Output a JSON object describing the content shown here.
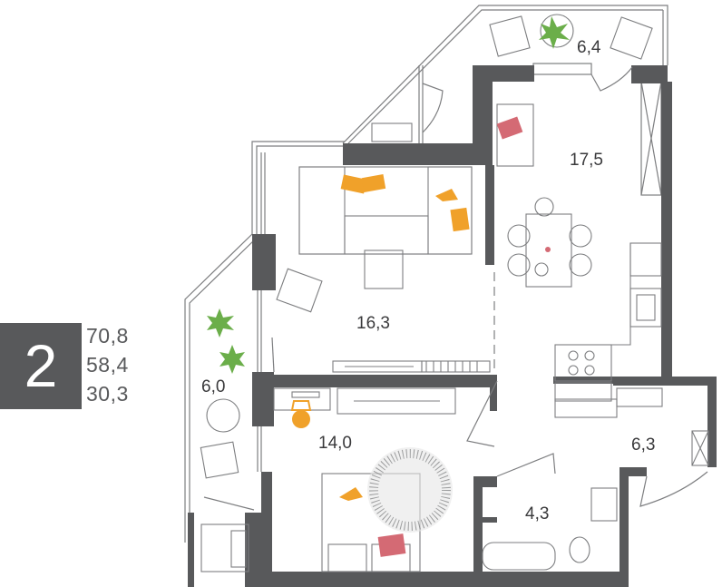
{
  "summary": {
    "rooms_count": "2",
    "total_area": "70,8",
    "living_area": "58,4",
    "kitchen_area": "30,3"
  },
  "rooms": {
    "loggia_top": "6,4",
    "kitchen_living": "17,5",
    "living": "16,3",
    "loggia_left": "6,0",
    "bedroom": "14,0",
    "hall": "6,3",
    "bathroom": "4,3"
  },
  "colors": {
    "wall": "#58595b",
    "thin_line": "#7d7e80",
    "accent_orange": "#f0a12a",
    "accent_pink": "#d46a74",
    "plant_green": "#6bae4a"
  }
}
